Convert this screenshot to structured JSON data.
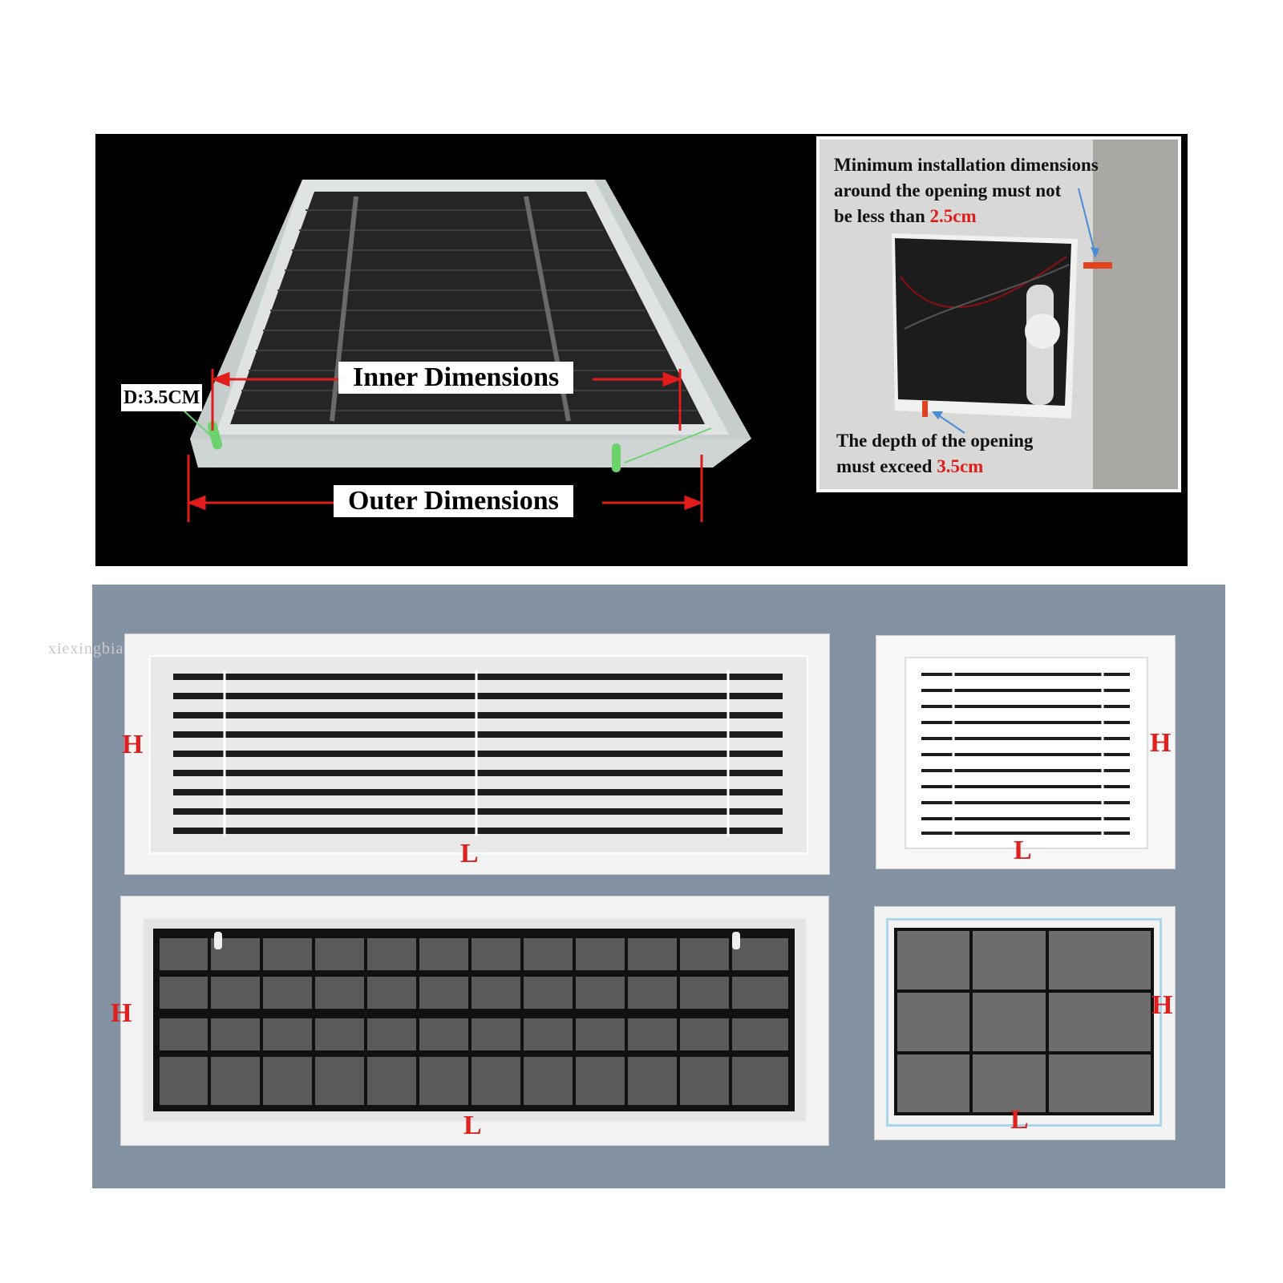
{
  "top_panel": {
    "inner_label": "Inner Dimensions",
    "outer_label": "Outer Dimensions",
    "depth_label": "D:3.5CM"
  },
  "inset": {
    "line1": "Minimum installation dimensions",
    "line2": "around the opening must not",
    "line3_prefix": "be less than ",
    "line3_value": "2.5cm",
    "bottom_line1": "The depth of the opening",
    "bottom_line2_prefix": "must exceed ",
    "bottom_line2_value": "3.5cm"
  },
  "grilles": {
    "height_letter": "H",
    "length_letter": "L"
  },
  "watermark": "xiexingbianli",
  "colors": {
    "accent_red": "#e21b1b",
    "marker_green": "#6bd36b",
    "panel_bg": "#8493a3"
  }
}
